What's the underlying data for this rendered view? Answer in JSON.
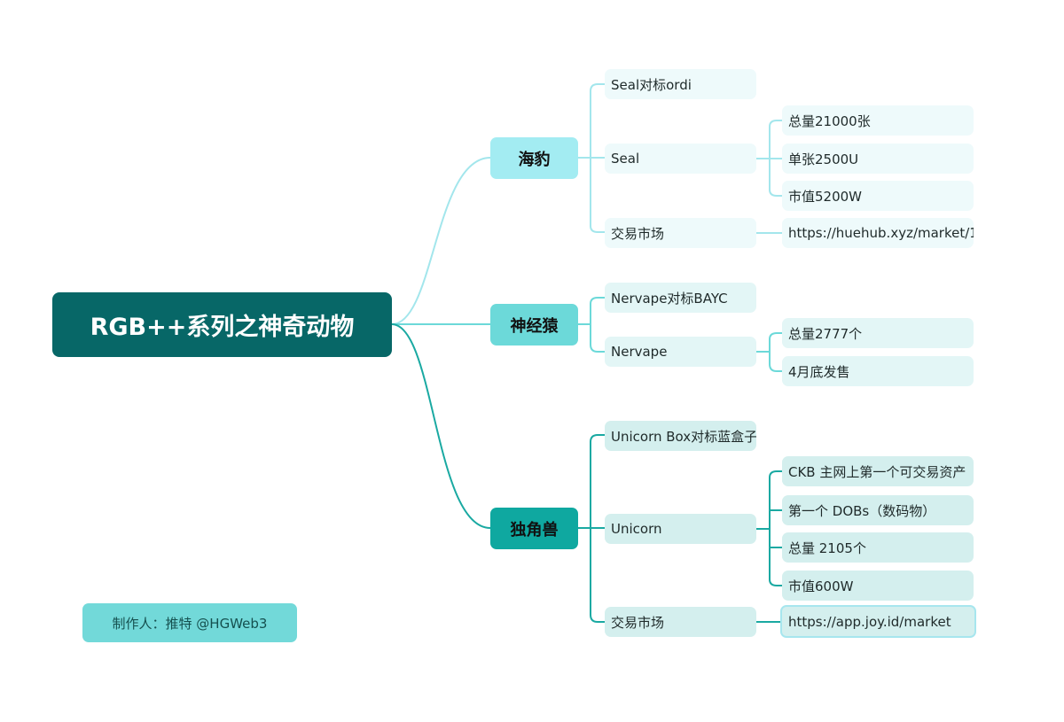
{
  "root": {
    "label": "RGB++系列之神奇动物"
  },
  "branches": [
    {
      "label": "海豹",
      "color": "#a3ecf2",
      "items": [
        {
          "label": "Seal对标ordi"
        },
        {
          "label": "Seal",
          "children": [
            "总量21000张",
            "单张2500U",
            "市值5200W"
          ]
        },
        {
          "label": "交易市场",
          "children": [
            "https://huehub.xyz/market/1"
          ]
        }
      ]
    },
    {
      "label": "神经猿",
      "color": "#6cd9d9",
      "items": [
        {
          "label": "Nervape对标BAYC"
        },
        {
          "label": "Nervape",
          "children": [
            "总量2777个",
            "4月底发售"
          ]
        }
      ]
    },
    {
      "label": "独角兽",
      "color": "#0fa8a0",
      "items": [
        {
          "label": "Unicorn Box对标蓝盒子"
        },
        {
          "label": "Unicorn",
          "children": [
            "CKB 主网上第一个可交易资产",
            "第一个 DOBs（数码物）",
            "总量 2105个",
            "市值600W"
          ]
        },
        {
          "label": "交易市场",
          "children": [
            "https://app.joy.id/market"
          ]
        }
      ]
    }
  ],
  "credit": "制作人：推特   @HGWeb3"
}
